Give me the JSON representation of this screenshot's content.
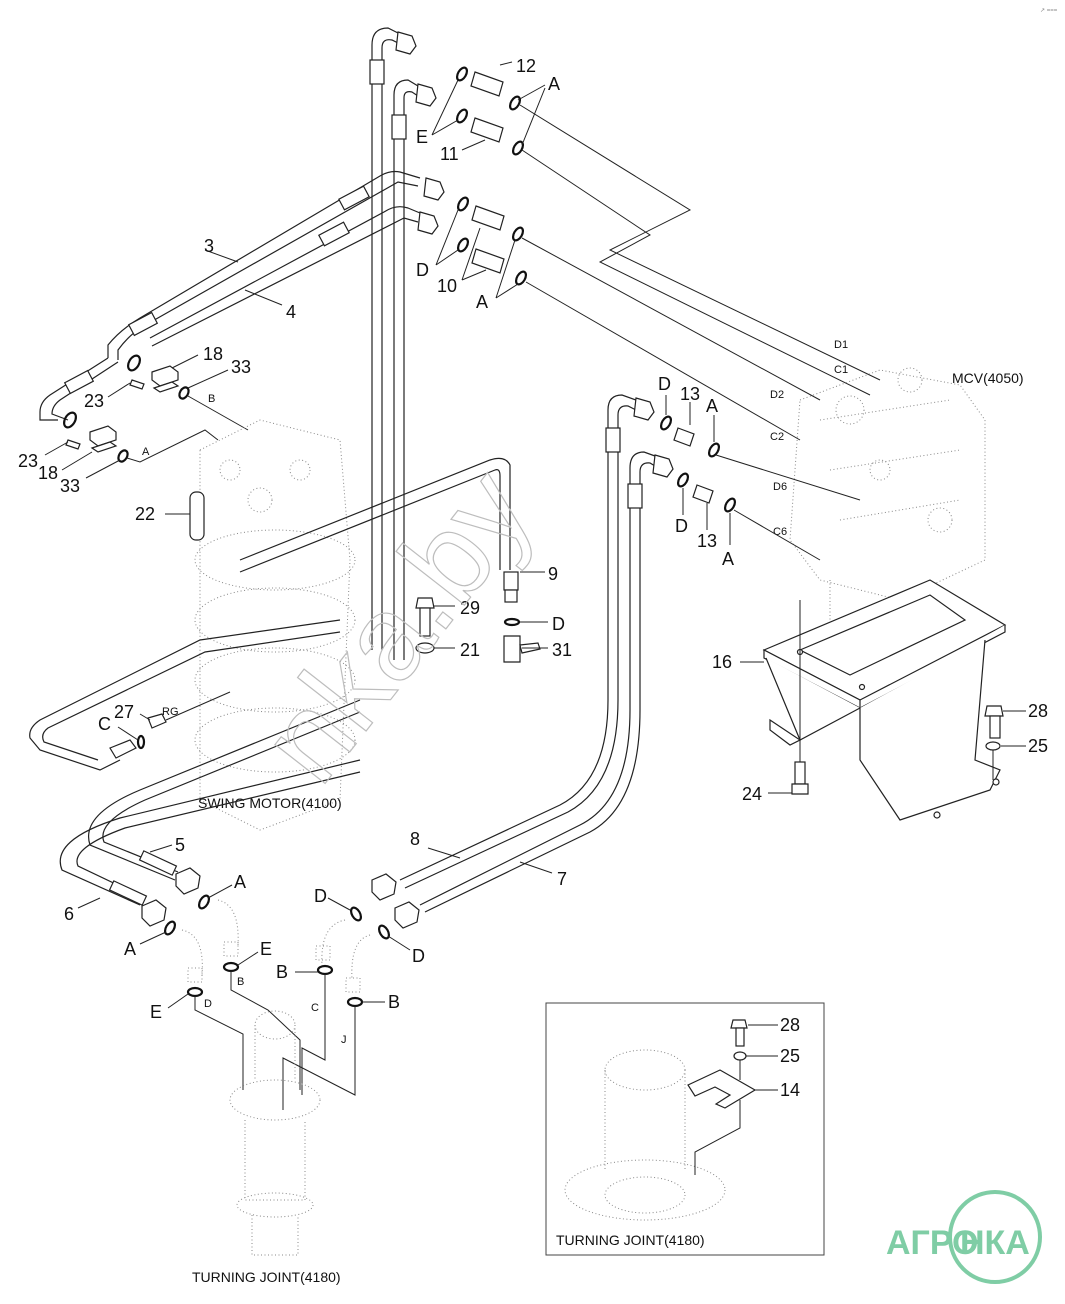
{
  "diagram": {
    "corner_mark": "↗ ===",
    "assemblies": {
      "mcv": "MCV(4050)",
      "swing_motor": "SWING MOTOR(4100)",
      "turning_joint": "TURNING JOINT(4180)",
      "inset_turning_joint": "TURNING JOINT(4180)"
    },
    "part_numbers": {
      "p3": "3",
      "p4": "4",
      "p5": "5",
      "p6": "6",
      "p7": "7",
      "p8": "8",
      "p9": "9",
      "p10": "10",
      "p11": "11",
      "p12": "12",
      "p13a": "13",
      "p13b": "13",
      "p14": "14",
      "p16": "16",
      "p18a": "18",
      "p18b": "18",
      "p21": "21",
      "p22": "22",
      "p23a": "23",
      "p23b": "23",
      "p24": "24",
      "p25a": "25",
      "p25b": "25",
      "p27": "27",
      "p28a": "28",
      "p28b": "28",
      "p29": "29",
      "p31": "31",
      "p33a": "33",
      "p33b": "33"
    },
    "seal_labels": {
      "A_top": "A",
      "E_top": "E",
      "D_mid": "D",
      "A_mid": "A",
      "D_r1": "D",
      "A_r1": "A",
      "D_r2": "D",
      "A_r2": "A",
      "D_9": "D",
      "C_27": "C",
      "A_b1": "A",
      "A_b2": "A",
      "E_b1": "E",
      "E_b2": "E",
      "B_b1": "B",
      "B_b2": "B",
      "D_b1": "D",
      "D_b2": "D"
    },
    "port_labels": {
      "D1": "D1",
      "C1": "C1",
      "D2": "D2",
      "C2": "C2",
      "D6": "D6",
      "C6": "C6",
      "RG": "RG",
      "A_sm": "A",
      "B_sm": "B",
      "B_tj": "B",
      "D_tj": "D",
      "C_tj": "C",
      "J_tj": "J"
    },
    "watermark": "nka.by",
    "logo": {
      "left": "АГРО",
      "right": "НКА",
      "color": "#7fcda5"
    }
  }
}
